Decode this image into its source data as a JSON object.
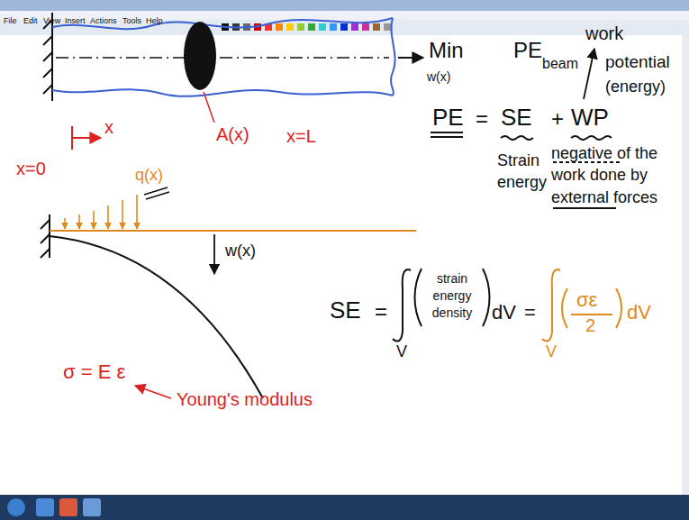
{
  "diagram": {
    "labels": [
      "File",
      "Edit",
      "View",
      "Insert",
      "Actions",
      "Tools",
      "Help",
      "x",
      "x=0",
      "A(x)",
      "x=L",
      "Min",
      "w(x)",
      "PE",
      "beam",
      "work",
      "potential",
      "(energy)",
      "PE",
      "=",
      "SE",
      "+",
      "WP",
      "Strain energy",
      "negative of the work done by external forces",
      "q(x)",
      "w(x)",
      "SE",
      "=",
      "strain energy density",
      "dV",
      "=",
      "σε",
      "2",
      "dV",
      "V",
      "V",
      "σ = E ε",
      "Young's modulus"
    ]
  }
}
